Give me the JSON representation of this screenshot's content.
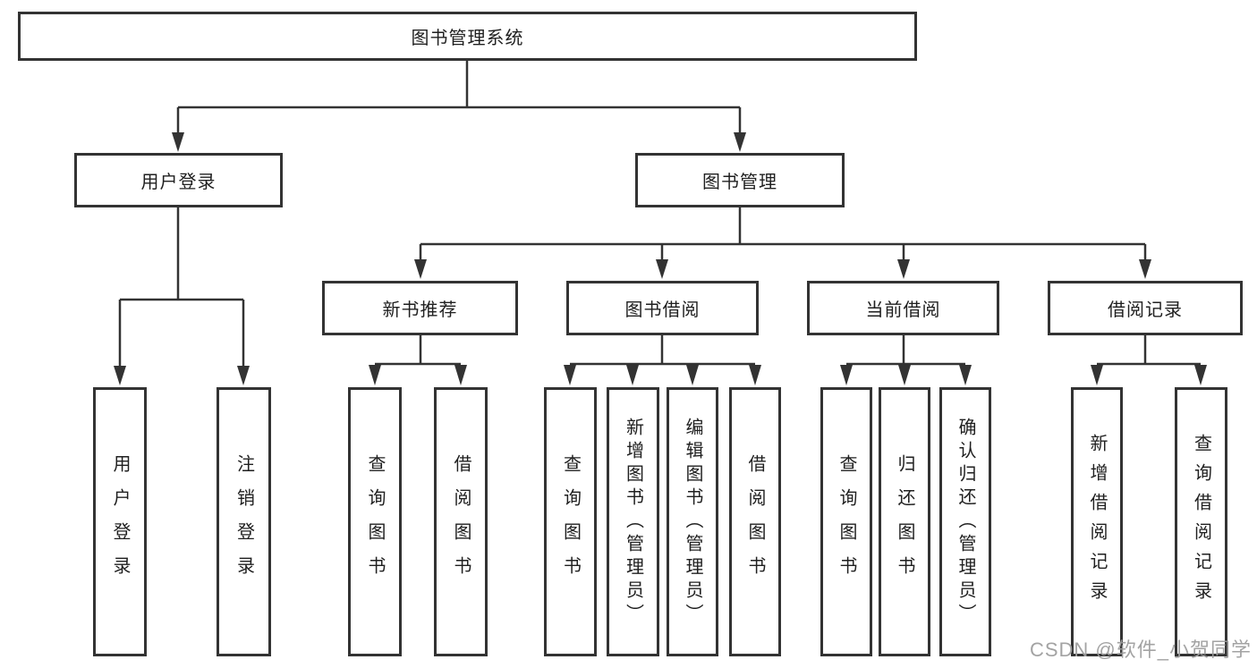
{
  "diagram_title": "图书管理系统",
  "tree": {
    "root": "图书管理系统",
    "children": [
      {
        "label": "用户登录",
        "children": [
          "用户登录",
          "注销登录"
        ]
      },
      {
        "label": "图书管理",
        "children": [
          {
            "label": "新书推荐",
            "children": [
              "查询图书",
              "借阅图书"
            ]
          },
          {
            "label": "图书借阅",
            "children": [
              "查询图书",
              "新增图书（管理员）",
              "编辑图书（管理员）",
              "借阅图书"
            ]
          },
          {
            "label": "当前借阅",
            "children": [
              "查询图书",
              "归还图书",
              "确认归还（管理员）"
            ]
          },
          {
            "label": "借阅记录",
            "children": [
              "新增借阅记录",
              "查询借阅记录"
            ]
          }
        ]
      }
    ]
  },
  "colors": {
    "line": "#333333",
    "box_border": "#333333",
    "box_fill": "#ffffff",
    "text": "#1f1f1f",
    "watermark": "#9e9e9e",
    "background": "#ffffff"
  },
  "watermark": {
    "text": "CSDN @软件_小贺同学"
  }
}
